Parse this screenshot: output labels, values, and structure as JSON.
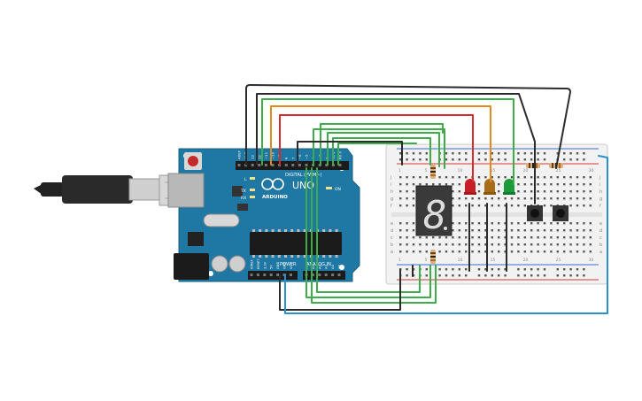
{
  "board": {
    "brand": "ARDUINO",
    "model": "UNO",
    "digital_header": "DIGITAL (PWM~)",
    "power_header": "POWER",
    "analog_header": "ANALOG IN",
    "led_tx": "TX",
    "led_rx": "RX",
    "led_l": "L",
    "led_on": "ON",
    "digital_pins": [
      "AREF",
      "GND",
      "13",
      "12",
      "~11",
      "~10",
      "~9",
      "8",
      "7",
      "~6",
      "~5",
      "4",
      "~3",
      "2",
      "TX 1",
      "RX 0"
    ],
    "power_pins": [
      "IOREF",
      "RESET",
      "3.3V",
      "5V",
      "GND",
      "GND",
      "Vin"
    ],
    "analog_pins": [
      "A0",
      "A1",
      "A2",
      "A3",
      "A4",
      "A5"
    ]
  },
  "breadboard": {
    "row_letters_top": [
      "j",
      "i",
      "h",
      "g",
      "f"
    ],
    "row_letters_bottom": [
      "e",
      "d",
      "c",
      "b",
      "a"
    ],
    "column_numbers": [
      "1",
      "5",
      "10",
      "15",
      "20",
      "25",
      "30"
    ]
  },
  "display": {
    "digit": "8"
  },
  "colors": {
    "board": "#1f77a4",
    "wire_black": "#2b2b2b",
    "wire_green": "#3cad49",
    "wire_red": "#d62b2b",
    "wire_orange": "#e38a1a",
    "wire_blue": "#2a8fd0",
    "led_red": "#c62026",
    "led_yellow": "#a86d16",
    "led_green": "#1c9b3a",
    "breadboard": "#f2f2f2"
  }
}
